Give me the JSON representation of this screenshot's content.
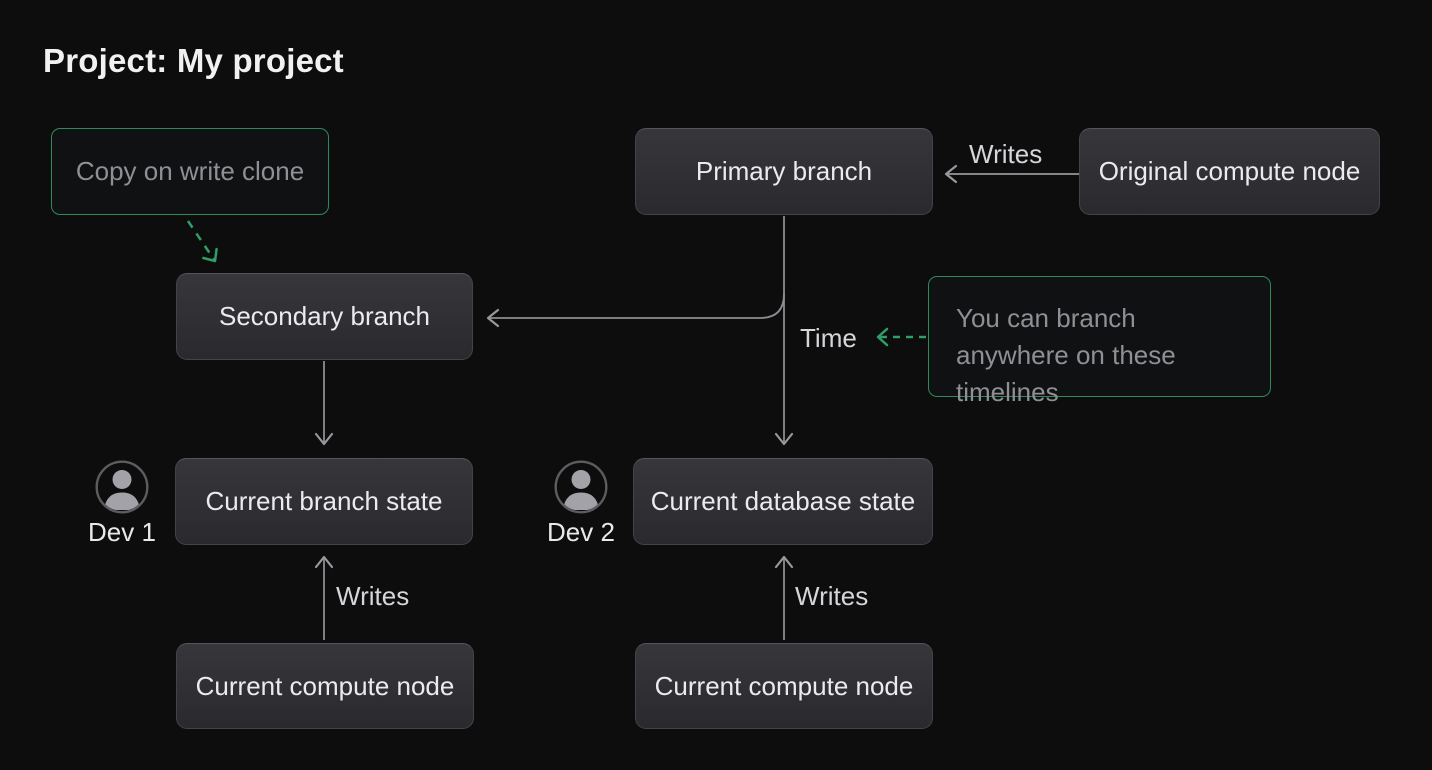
{
  "title": "Project: My project",
  "nodes": {
    "copy_on_write": {
      "label": "Copy on write clone"
    },
    "primary_branch": {
      "label": "Primary branch"
    },
    "original_compute": {
      "label": "Original compute node"
    },
    "secondary_branch": {
      "label": "Secondary branch"
    },
    "note": {
      "label": "You can branch anywhere on these timelines"
    },
    "current_branch_state": {
      "label": "Current branch state"
    },
    "current_database_state": {
      "label": "Current database state"
    },
    "current_compute_left": {
      "label": "Current compute node"
    },
    "current_compute_right": {
      "label": "Current compute node"
    }
  },
  "labels": {
    "writes_top": "Writes",
    "writes_left": "Writes",
    "writes_right": "Writes",
    "time": "Time",
    "dev1": "Dev 1",
    "dev2": "Dev 2"
  },
  "icons": {
    "dev1": "person-icon",
    "dev2": "person-icon"
  },
  "colors": {
    "accent_green": "#2e8a5b",
    "dashed_arrow_green": "#2f9e67",
    "arrow_gray": "#98989d"
  }
}
